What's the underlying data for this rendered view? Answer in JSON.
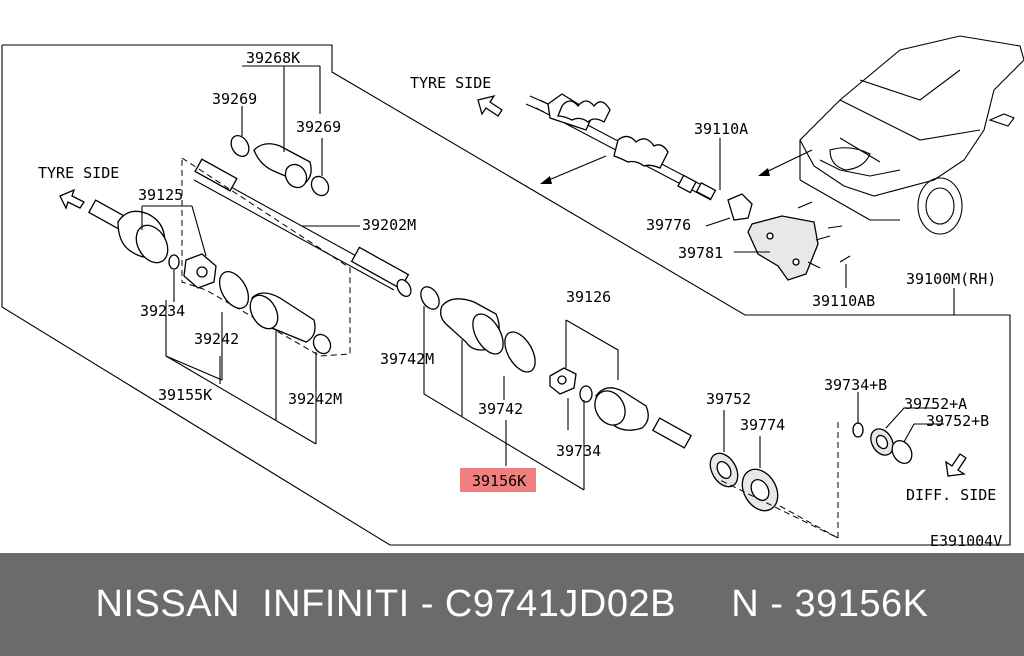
{
  "diagram": {
    "labels": {
      "p39268K": "39268K",
      "p39269_a": "39269",
      "p39269_b": "39269",
      "tyre_side_top": "TYRE SIDE",
      "tyre_side_left": "TYRE SIDE",
      "p39125": "39125",
      "p39202M": "39202M",
      "p39234": "39234",
      "p39242": "39242",
      "p39155K": "39155K",
      "p39242M": "39242M",
      "p39742M": "39742M",
      "p39742": "39742",
      "p39156K": "39156K",
      "p39126": "39126",
      "p39734": "39734",
      "p39752": "39752",
      "p39774": "39774",
      "p39110A": "39110A",
      "p39776": "39776",
      "p39781": "39781",
      "p39110AB": "39110AB",
      "p39100M_RH": "39100M(RH)",
      "p39734_B": "39734+B",
      "p39752_A": "39752+A",
      "p39752_B": "39752+B",
      "diff_side": "DIFF. SIDE",
      "ref_code": "E391004V"
    },
    "highlight_color": "#f08080"
  },
  "footer": {
    "text": "NISSAN  INFINITI - C9741JD02B     N - 39156K",
    "background": "#6b6b6b",
    "color": "#ffffff"
  }
}
